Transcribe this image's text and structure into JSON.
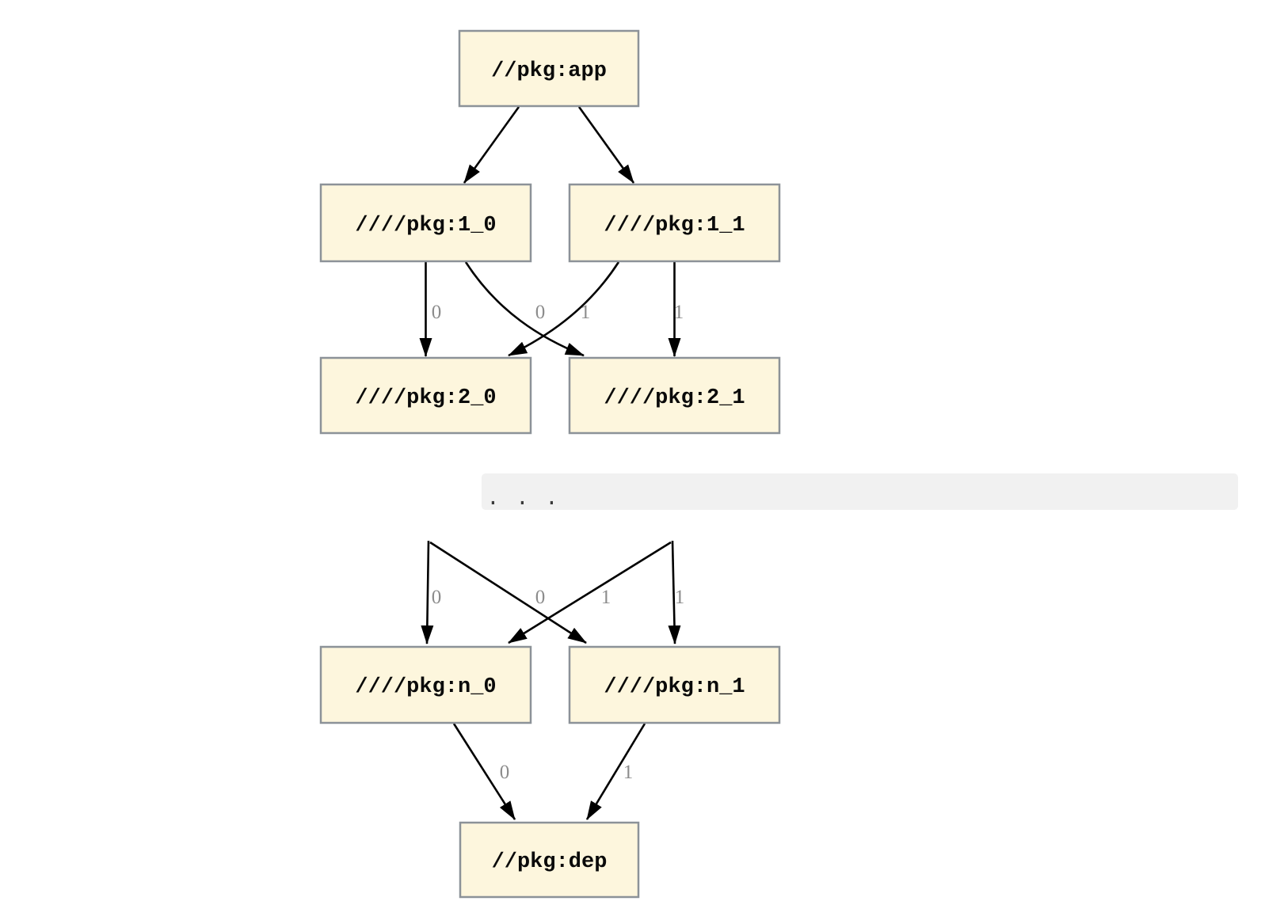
{
  "colors": {
    "node_fill": "#fdf6dd",
    "node_border": "#8c9298",
    "edge_color": "#000000",
    "edge_label_color": "#8c8c8c",
    "separator_bg": "#f1f1f1",
    "separator_text_color": "#3b3b3b",
    "page_bg": "#ffffff"
  },
  "upper_graph": {
    "nodes": {
      "app": {
        "label": "//pkg:app"
      },
      "v1_0": {
        "label": "////pkg:1_0"
      },
      "v1_1": {
        "label": "////pkg:1_1"
      },
      "v2_0": {
        "label": "////pkg:2_0"
      },
      "v2_1": {
        "label": "////pkg:2_1"
      }
    },
    "edge_labels": {
      "v1_0_to_v2_0": "0",
      "v1_1_to_v2_0": "0",
      "v1_0_to_v2_1": "1",
      "v1_1_to_v2_1": "1"
    }
  },
  "separator": {
    "text": ". . ."
  },
  "lower_graph": {
    "nodes": {
      "n_0": {
        "label": "////pkg:n_0"
      },
      "n_1": {
        "label": "////pkg:n_1"
      },
      "dep": {
        "label": "//pkg:dep"
      }
    },
    "edge_labels": {
      "left_to_n_0": "0",
      "right_to_n_0": "0",
      "left_to_n_1": "1",
      "right_to_n_1": "1",
      "n_0_to_dep": "0",
      "n_1_to_dep": "1"
    }
  }
}
